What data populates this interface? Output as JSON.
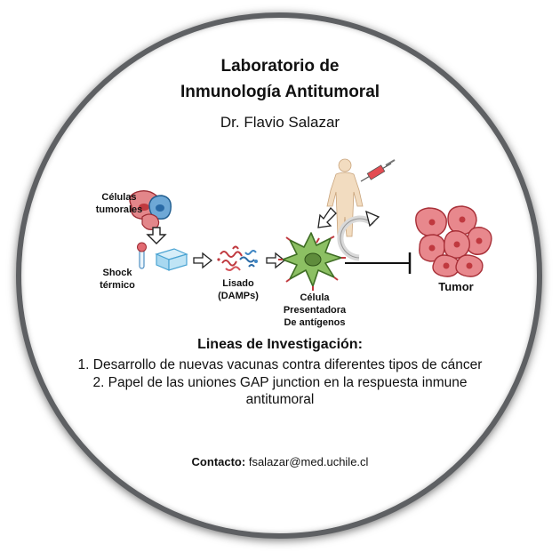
{
  "header": {
    "title_line1": "Laboratorio de",
    "title_line2": "Inmunología Antitumoral",
    "author": "Dr. Flavio Salazar"
  },
  "diagram": {
    "tumor_cells_label": "Células\ntumorales",
    "heat_shock_label": "Shock\ntérmico",
    "lysate_label": "Lisado\n(DAMPs)",
    "apc_label": "Célula\nPresentadora\nDe antígenos",
    "tumor_label": "Tumor"
  },
  "research": {
    "title": "Lineas de Investigación:",
    "line1": "1. Desarrollo de nuevas vacunas contra diferentes tipos de cáncer",
    "line2": "2. Papel de las uniones GAP junction en la respuesta inmune",
    "line3": "antitumoral"
  },
  "contact": {
    "label": "Contacto:",
    "email": "fsalazar@med.uchile.cl"
  }
}
